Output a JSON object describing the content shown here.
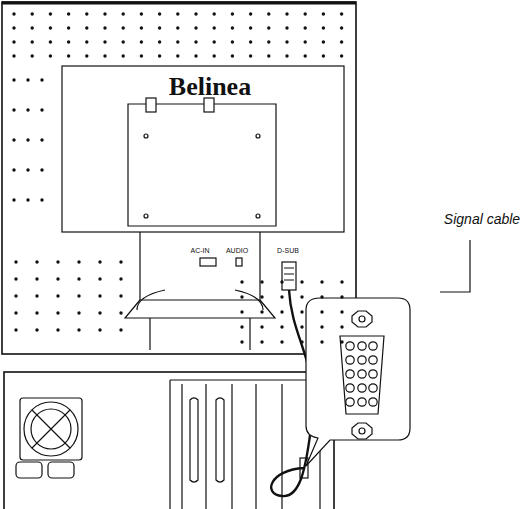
{
  "diagram": {
    "labels": [
      "Belinea",
      "AC-IN",
      "AUDIO",
      "D-SUB",
      "Signal cable"
    ]
  }
}
